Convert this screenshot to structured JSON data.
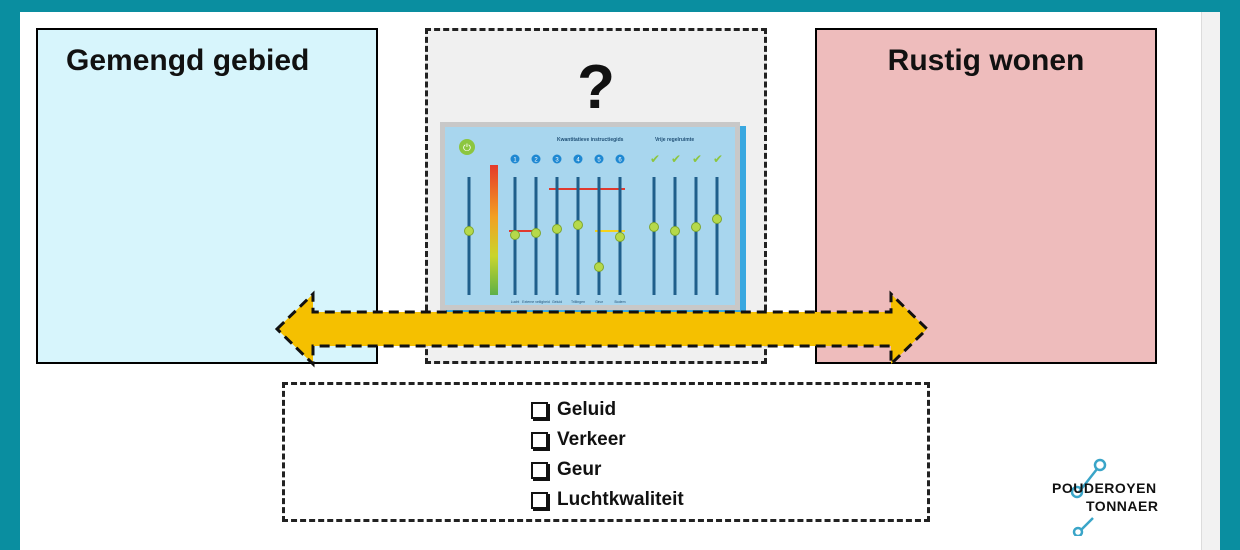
{
  "left_box": {
    "title": "Gemengd gebied"
  },
  "middle_box": {
    "title": "?",
    "panel": {
      "heading_left": "Kwantitatieve instructiegids",
      "heading_right": "Vrije regelruimte",
      "numbers": [
        "1",
        "2",
        "3",
        "4",
        "5",
        "6"
      ],
      "slider_labels": [
        "Lucht",
        "Externe veiligheid",
        "Geluid",
        "Trillingen",
        "Geur",
        "Bodem"
      ]
    }
  },
  "right_box": {
    "title": "Rustig wonen"
  },
  "checklist": {
    "items": [
      "Geluid",
      "Verkeer",
      "Geur",
      "Luchtkwaliteit"
    ]
  },
  "logo": {
    "line1": "POUDEROYEN",
    "line2": "TONNAER"
  },
  "colors": {
    "background": "#0a8ea0",
    "left_box": "#d7f5fc",
    "right_box": "#eebcbc",
    "arrow": "#f5c000",
    "logo_accent": "#3aa5c8"
  }
}
